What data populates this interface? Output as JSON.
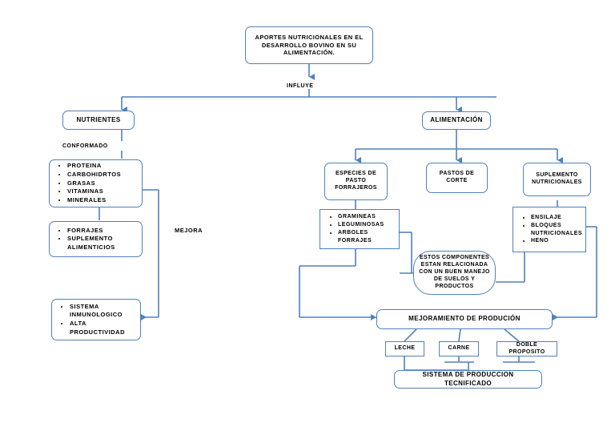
{
  "diagram": {
    "title_node": {
      "text": "APORTES NUTRICIONALES EN EL DESARROLLO BOVINO EN SU ALIMENTACIÓN."
    },
    "connector_labels": {
      "influye": "INFLUYE",
      "conformado": "CONFORMADO",
      "mejora": "MEJORA"
    },
    "left_branch": {
      "head": "NUTRIENTES",
      "nutrients_list": [
        "PROTEINA",
        "CARBOHIDRTOS",
        "GRASAS",
        "VITAMINAS",
        "MINERALES"
      ],
      "sources_list": [
        "FORRAJES",
        "SUPLEMENTO ALIMENTICIOS"
      ],
      "outcomes_list": [
        "SISTEMA INMUNOLOGICO",
        "ALTA PRODUCTIVIDAD"
      ]
    },
    "right_branch": {
      "head": "ALIMENTACIÓN",
      "categories": [
        "ESPECIES DE PASTO FORRAJEROS",
        "PASTOS DE CORTE",
        "SUPLEMENTO NUTRICIONALES"
      ],
      "pasto_list": [
        "GRAMINEAS",
        "LEGUMINOSAS",
        "ARBOLES FORRAJES"
      ],
      "suplemento_list": [
        "ENSILAJE",
        "BLOQUES NUTRICIONALES",
        "HENO"
      ],
      "note_oval": "ESTOS COMPONENTES ESTAN RELACIONADA CON UN BUEN MANEJO DE SUELOS Y PRODUCTOS"
    },
    "bottom": {
      "improvement": "MEJORAMIENTO DE PRODUCIÓN",
      "products": [
        "LECHE",
        "CARNE",
        "DOBLE PROPOSITO"
      ],
      "final": "SISTEMA DE PRODUCCION TECNIFICADO"
    },
    "colors": {
      "line": "#4F81BD",
      "text": "#000000",
      "background": "#FFFFFF"
    }
  }
}
